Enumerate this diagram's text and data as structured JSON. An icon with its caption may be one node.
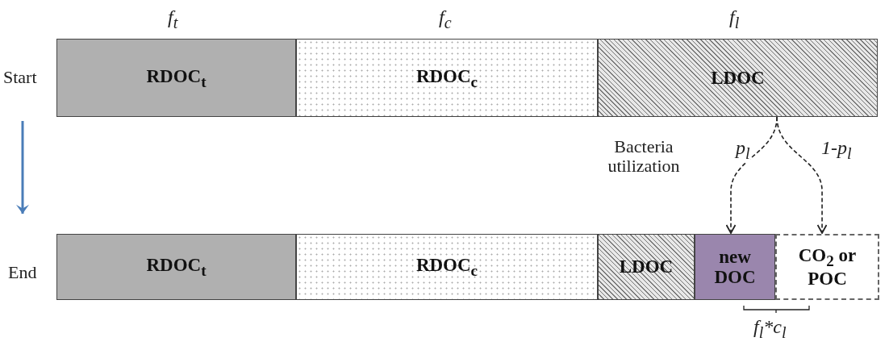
{
  "diagram": {
    "nodes": [
      {
        "text": [
          "RDOC$_{t}$"
        ],
        "beside": [
          "f$_{t}$"
        ]
      },
      {
        "text": [
          "RDOC$_{c}$"
        ],
        "beside": [
          "f$_{c}$"
        ]
      },
      {
        "text": [
          "LDOC"
        ],
        "beside": [
          "f$_{l}$"
        ]
      },
      {
        "text": [
          "RDOC$_{t}$"
        ]
      },
      {
        "text": [
          "RDOC$_{c}$"
        ]
      },
      {
        "text": [
          "LDOC"
        ]
      },
      {
        "text": [
          "new DOC"
        ]
      },
      {
        "text": [
          "CO$_{2}$ or POC"
        ]
      }
    ],
    "edges": [
      {
        "from": 2,
        "to": 6,
        "arrow": "to",
        "style": "dashed",
        "label": "p$_{l}$"
      },
      {
        "from": 2,
        "to": 7,
        "arrow": "to",
        "style": "dashed",
        "label": "1-p$_{l}$"
      }
    ],
    "labels": [
      "Start",
      "Bacteria utilization",
      "End",
      "f$_{l}$*c$_{l}$"
    ]
  }
}
